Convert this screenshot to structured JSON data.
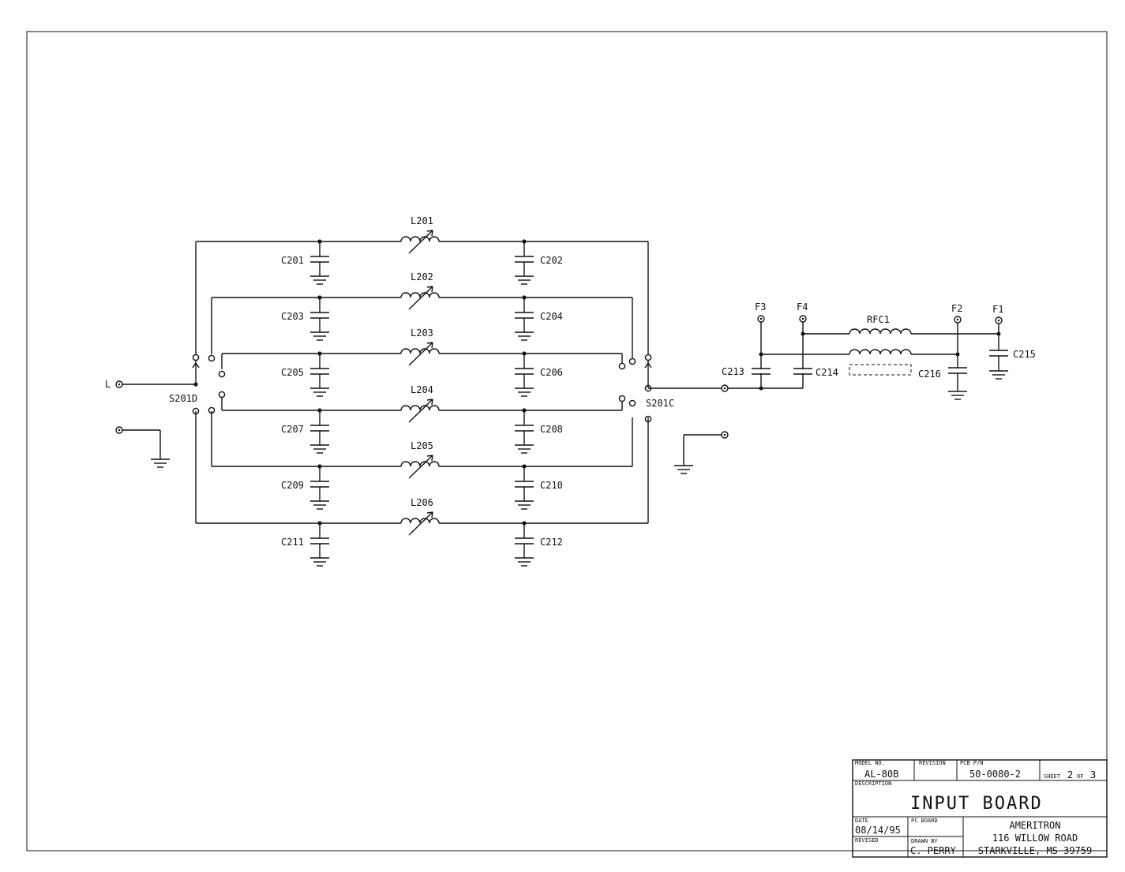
{
  "components": {
    "inductors": [
      "L201",
      "L202",
      "L203",
      "L204",
      "L205",
      "L206"
    ],
    "caps_left": [
      "C201",
      "C203",
      "C205",
      "C207",
      "C209",
      "C211"
    ],
    "caps_right": [
      "C202",
      "C204",
      "C206",
      "C208",
      "C210",
      "C212"
    ],
    "switch_left": "S201D",
    "switch_right": "S201C",
    "input_label": "L",
    "rfc": "RFC1",
    "out_caps": {
      "c213": "C213",
      "c214": "C214",
      "c215": "C215",
      "c216": "C216"
    },
    "terminals": {
      "f3": "F3",
      "f4": "F4",
      "f2": "F2",
      "f1": "F1"
    }
  },
  "title_block": {
    "model_label": "MODEL NO.",
    "model": "AL-80B",
    "revision_label": "REVISION",
    "pcb_label": "PCB P/N",
    "pcb_pn": "50-0080-2",
    "sheet_label": "SHEET",
    "sheet_num": "2",
    "sheet_of": "OF",
    "sheet_total": "3",
    "description_label": "DESCRIPTION",
    "description": "INPUT BOARD",
    "date_label": "DATE",
    "date": "08/14/95",
    "pc_board_label": "PC BOARD",
    "revised_label": "REVISED",
    "drawn_by_label": "DRAWN BY",
    "drawn_by": "C. PERRY",
    "company": "AMERITRON",
    "address1": "116 WILLOW ROAD",
    "address2": "STARKVILLE, MS  39759"
  }
}
